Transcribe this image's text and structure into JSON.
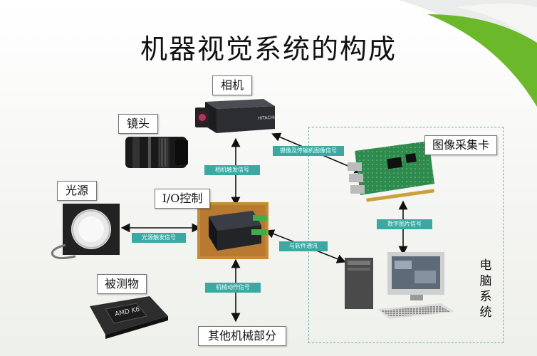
{
  "title": "机器视觉系统的构成",
  "components": {
    "camera": "相机",
    "lens": "镜头",
    "light": "光源",
    "io": "I/O控制",
    "object": "被测物",
    "mechanical": "其他机械部分",
    "grabber": "图像采集卡",
    "computer": "电脑系统"
  },
  "signals": {
    "camera_trigger": "相机触发信号",
    "image_transfer": "摄像及传输机图像信号",
    "light_trigger": "光源触发信号",
    "software_comm": "与软件通讯",
    "digital_image": "数字图片信号",
    "action_signal": "机械动作信号"
  },
  "device_marks": {
    "camera_brand": "HITACHI",
    "chip_brand": "AMD K6"
  }
}
